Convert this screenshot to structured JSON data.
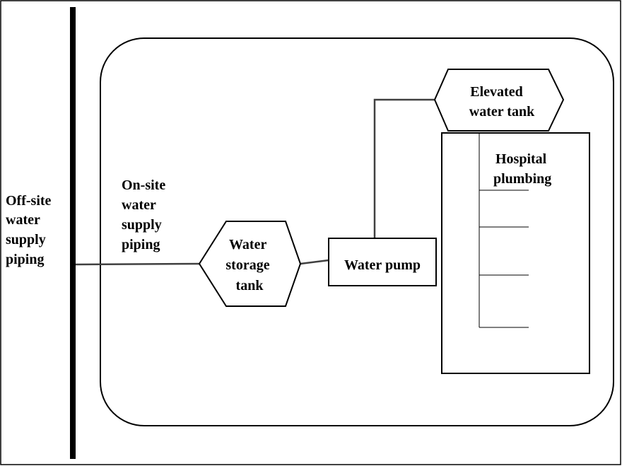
{
  "diagram": {
    "offsite_label": [
      "Off-site",
      "water",
      "supply",
      "piping"
    ],
    "onsite_label": [
      "On-site",
      "water",
      "supply",
      "piping"
    ],
    "storage_tank_label": [
      "Water",
      "storage",
      "tank"
    ],
    "pump_label": "Water pump",
    "elevated_tank_label": [
      "Elevated",
      "water tank"
    ],
    "plumbing_label": [
      "Hospital",
      "plumbing"
    ]
  },
  "colors": {
    "line": "#000000",
    "pipe": "#404040",
    "background": "#ffffff"
  }
}
